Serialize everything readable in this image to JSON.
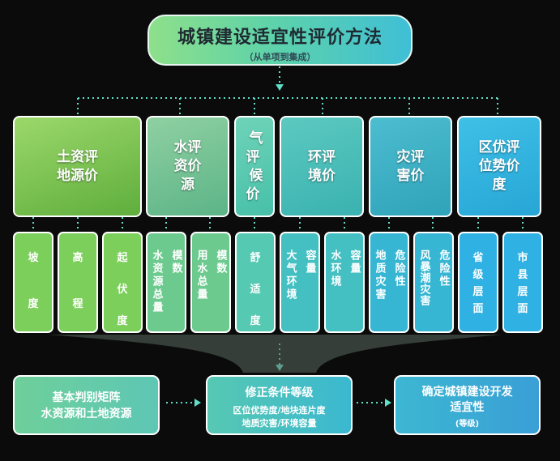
{
  "title": {
    "main": "城镇建设适宜性评价方法",
    "sub": "（从单项到集成）"
  },
  "categories": [
    {
      "label": "土资评地源价",
      "line1": "土资评",
      "line2": "地源价",
      "line3": ""
    },
    {
      "label": "水评资价源",
      "line1": "水评",
      "line2": "资价",
      "line3": "源"
    },
    {
      "label": "气评候价",
      "line1": "气评",
      "line2": "候价",
      "line3": ""
    },
    {
      "label": "环评境价",
      "line1": "环评",
      "line2": "境价",
      "line3": ""
    },
    {
      "label": "灾评害价",
      "line1": "灾评",
      "line2": "害价",
      "line3": ""
    },
    {
      "label": "区优评位势价度",
      "line1": "区优评",
      "line2": "位势价",
      "line3": "度"
    }
  ],
  "leaves": [
    {
      "label": "坡度",
      "c1": "坡",
      "c2": "度"
    },
    {
      "label": "高程",
      "c1": "高",
      "c2": "程"
    },
    {
      "label": "起伏度",
      "c1": "起",
      "c2": "伏",
      "c3": "度"
    },
    {
      "label": "水模资源总量数",
      "a": "水资源总量",
      "b": "模数"
    },
    {
      "label": "用模水总量数",
      "a": "用水总量",
      "b": "模数"
    },
    {
      "label": "舒适度",
      "c1": "舒",
      "c2": "适",
      "c3": "度"
    },
    {
      "label": "大容气环境量",
      "a": "大气环境",
      "b": "容量"
    },
    {
      "label": "水容环境量",
      "a": "水环境",
      "b": "容量"
    },
    {
      "label": "地危质险灾害性",
      "a": "地质灾害",
      "b": "危险性"
    },
    {
      "label": "风危暴险潮灾害性",
      "a": "风暴潮灾害",
      "b": "危险性"
    },
    {
      "label": "省级层面",
      "c1": "省",
      "c2": "级",
      "c3": "层",
      "c4": "面"
    },
    {
      "label": "市县层面",
      "c1": "市",
      "c2": "县",
      "c3": "层",
      "c4": "面"
    }
  ],
  "bottom": {
    "left": {
      "line1": "基本判别矩阵",
      "line2": "水资源和土地资源"
    },
    "middle": {
      "title": "修正条件等级",
      "line1": "区位优势度/地块连片度",
      "line2": "地质灾害/环境容量"
    },
    "right": {
      "line1": "确定城镇建设开发",
      "line2": "适宜性",
      "sub": "(等级)"
    }
  },
  "colors": {
    "accent": "#5fe0c8",
    "green": "#7ccf5a",
    "teal": "#3dbfd0",
    "blue": "#36b0e0"
  }
}
